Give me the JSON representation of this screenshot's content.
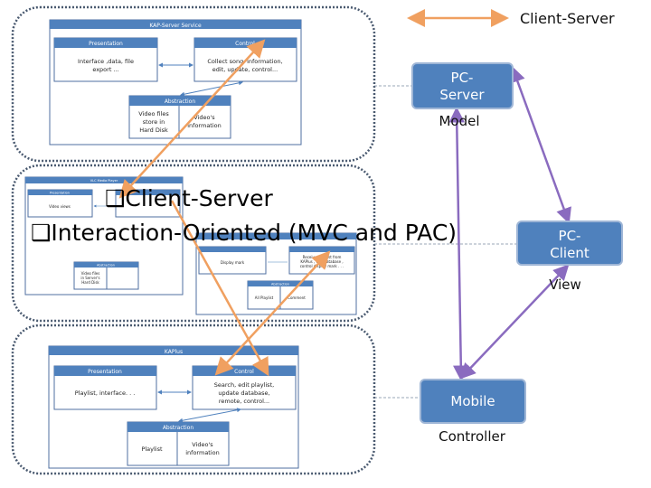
{
  "legend": {
    "label": "Client-Server",
    "color": "#f0a060"
  },
  "colors": {
    "client_server": "#f0a060",
    "link": "#8a6bbf",
    "node": "#4f81bd"
  },
  "top": {
    "title": "KAP-Server Service",
    "presentation": {
      "title": "Presentation",
      "line1": "Interface ,data, file",
      "line2": "export ..."
    },
    "control": {
      "title": "Control",
      "line1": "Collect song 'information,",
      "line2": "edit, update, control..."
    },
    "abstraction": {
      "title": "Abstraction",
      "left1": "Video files",
      "left2": "store in",
      "left3": "Hard Disk",
      "right1": "Video's",
      "right2": "information"
    }
  },
  "middle": {
    "vlc": {
      "title": "VLC Media Player",
      "presentation": {
        "title": "Presentation",
        "text": "Video views"
      },
      "abstraction": {
        "title": "Abstraction",
        "left1": "Video files",
        "left2": "in Server's",
        "left3": "Hard Disk"
      }
    },
    "right": {
      "presentation": {
        "text": "Display mark"
      },
      "control": {
        "line1": "Receive request from",
        "line2": "KAPlus , ...m database ,",
        "line3": "control display mark . . ."
      },
      "abstraction": {
        "title": "Abstraction",
        "left": "All Playlist",
        "right": "Comment"
      }
    }
  },
  "bottom": {
    "title": "KAPlus",
    "presentation": {
      "title": "Presentation",
      "text": "Playlist, interface. . ."
    },
    "control": {
      "title": "Control",
      "line1": "Search, edit playlist,",
      "line2": "update database,",
      "line3": "remote, control..."
    },
    "abstraction": {
      "title": "Abstraction",
      "left": "Playlist",
      "right1": "Video's",
      "right2": "information"
    }
  },
  "nodes": {
    "pc_server": {
      "line1": "PC-",
      "line2": "Server",
      "role": "Model"
    },
    "pc_client": {
      "line1": "PC-",
      "line2": "Client",
      "role": "View"
    },
    "mobile": {
      "line1": "Mobile",
      "role": "Controller"
    }
  },
  "bullets": [
    "❑Client-Server",
    "❑Interaction-Oriented (MVC and PAC)"
  ]
}
